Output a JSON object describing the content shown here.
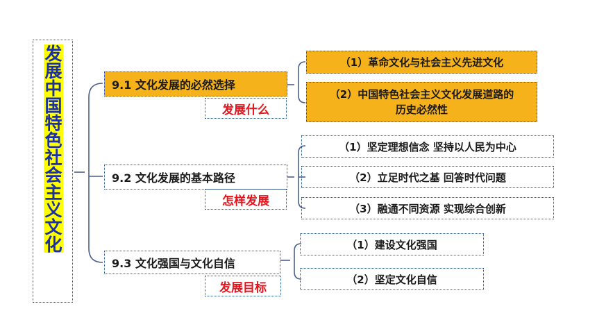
{
  "title": "发展中国特色社会主义文化",
  "sections": [
    {
      "heading": "9.1 文化发展的必然选择",
      "tag": "发展什么",
      "items": [
        "（1）革命文化与社会主义先进文化",
        "（2）中国特色社会主义文化发展道路的历史必然性"
      ]
    },
    {
      "heading": "9.2 文化发展的基本路径",
      "tag": "怎样发展",
      "items": [
        "（1）坚定理想信念  坚持以人民为中心",
        "（2）立足时代之基  回答时代问题",
        "（3）融通不同资源  实现综合创新"
      ]
    },
    {
      "heading": "9.3 文化强国与文化自信",
      "tag": "发展目标",
      "items": [
        "（1）建设文化强国",
        "（2）坚定文化自信"
      ]
    }
  ],
  "colors": {
    "highlight_fill": "#f5b21b",
    "title_bg": "#ffff00",
    "title_text": "#1a2fa8",
    "tag_text": "#e8141c",
    "connector": "#4a5f8a"
  }
}
